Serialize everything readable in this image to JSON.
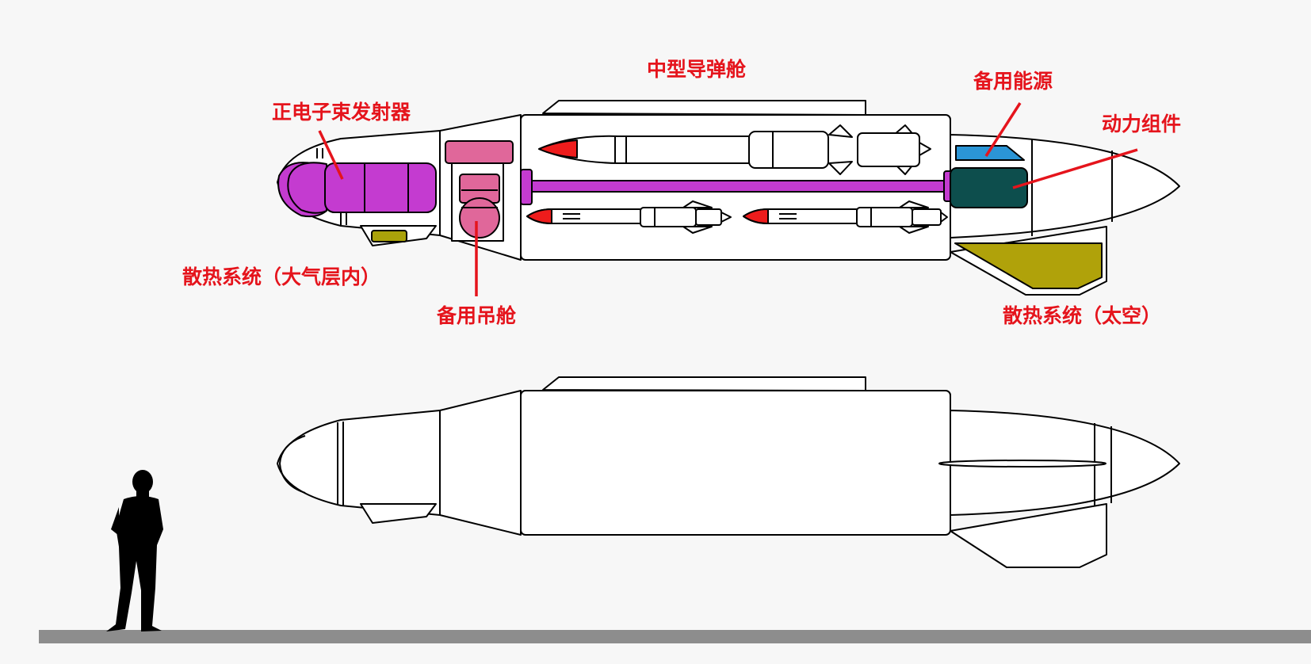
{
  "colors": {
    "background": "#f7f7f7",
    "outline": "#000000",
    "label": "#e5141c",
    "positron_emitter": "#c43bd0",
    "spare_pod": "#e0679a",
    "missile_nose": "#ee1c1c",
    "power_unit": "#0d4e4d",
    "backup_energy": "#2b95d6",
    "cooling_atmosphere": "#aaa20a",
    "cooling_space": "#b0a20a",
    "ground": "#8d8d8d",
    "human_silhouette": "#000000"
  },
  "labels": {
    "missile_bay": "中型导弹舱",
    "positron_beam_emitter": "正电子束发射器",
    "backup_energy": "备用能源",
    "power_assembly": "动力组件",
    "cooling_atmosphere": "散热系统（大气层内）",
    "spare_pod": "备用吊舱",
    "cooling_space": "散热系统（太空）"
  },
  "icons": {
    "human": "human-silhouette-icon"
  }
}
